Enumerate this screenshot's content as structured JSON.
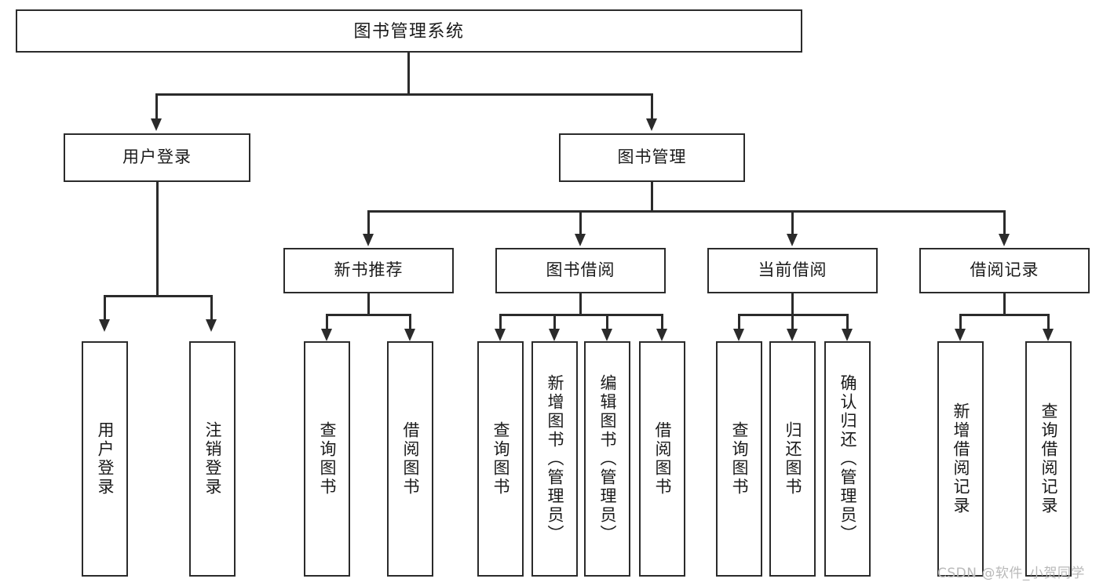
{
  "diagram": {
    "type": "tree",
    "title": "图书管理系统",
    "root": {
      "id": "root",
      "label": "图书管理系统"
    },
    "level2": [
      {
        "id": "user-login",
        "label": "用户登录"
      },
      {
        "id": "book-manage",
        "label": "图书管理"
      }
    ],
    "level3": [
      {
        "id": "new-book-recommend",
        "label": "新书推荐",
        "parent": "book-manage"
      },
      {
        "id": "book-borrow",
        "label": "图书借阅",
        "parent": "book-manage"
      },
      {
        "id": "current-borrow",
        "label": "当前借阅",
        "parent": "book-manage"
      },
      {
        "id": "borrow-record",
        "label": "借阅记录",
        "parent": "book-manage"
      }
    ],
    "leaves": {
      "user_login": [
        {
          "id": "leaf-user-login",
          "label": "用户登录"
        },
        {
          "id": "leaf-user-logout",
          "label": "注销登录"
        }
      ],
      "new_book_recommend": [
        {
          "id": "leaf-query-book-1",
          "label": "查询图书"
        },
        {
          "id": "leaf-borrow-book-1",
          "label": "借阅图书"
        }
      ],
      "book_borrow": [
        {
          "id": "leaf-query-book-2",
          "label": "查询图书"
        },
        {
          "id": "leaf-add-book",
          "label": "新增图书（管理员）"
        },
        {
          "id": "leaf-edit-book",
          "label": "编辑图书（管理员）"
        },
        {
          "id": "leaf-borrow-book-2",
          "label": "借阅图书"
        }
      ],
      "current_borrow": [
        {
          "id": "leaf-query-book-3",
          "label": "查询图书"
        },
        {
          "id": "leaf-return-book",
          "label": "归还图书"
        },
        {
          "id": "leaf-confirm-return",
          "label": "确认归还（管理员）"
        }
      ],
      "borrow_record": [
        {
          "id": "leaf-add-record",
          "label": "新增借阅记录"
        },
        {
          "id": "leaf-query-record",
          "label": "查询借阅记录"
        }
      ]
    }
  },
  "watermark": {
    "text": "CSDN @软件_小贺同学"
  },
  "colors": {
    "stroke": "#2b2b2b",
    "fill": "#ffffff",
    "text": "#1a1a1a",
    "watermark": "#b9b9b9"
  }
}
